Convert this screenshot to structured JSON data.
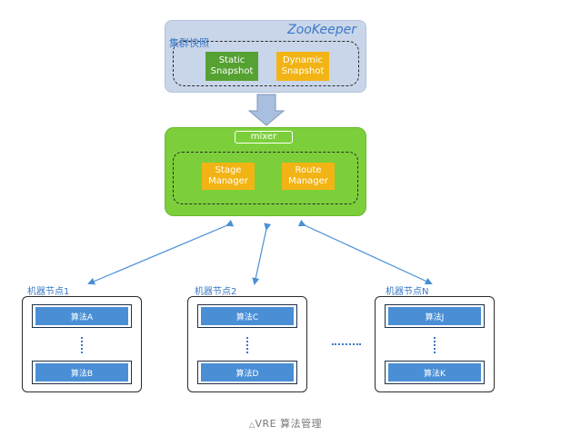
{
  "zookeeper": {
    "title": "ZooKeeper",
    "group_label": "集群快照",
    "static_snapshot": "Static Snapshot",
    "dynamic_snapshot": "Dynamic Snapshot"
  },
  "mixer": {
    "title": "mixer",
    "stage_manager": "Stage Manager",
    "route_manager": "Route Manager"
  },
  "nodes": [
    {
      "label": "机器节点1",
      "top_algo": "算法A",
      "bottom_algo": "算法B"
    },
    {
      "label": "机器节点2",
      "top_algo": "算法C",
      "bottom_algo": "算法D"
    },
    {
      "label": "机器节点N",
      "top_algo": "算法J",
      "bottom_algo": "算法K"
    }
  ],
  "caption": "VRE 算法管理",
  "colors": {
    "zookeeper_bg": "#c9d6ea",
    "mixer_bg": "#7ccf3a",
    "snapshot_static": "#55a132",
    "manager": "#f2b414",
    "algo": "#4a8fd6",
    "arrow": "#4a8fd6"
  }
}
